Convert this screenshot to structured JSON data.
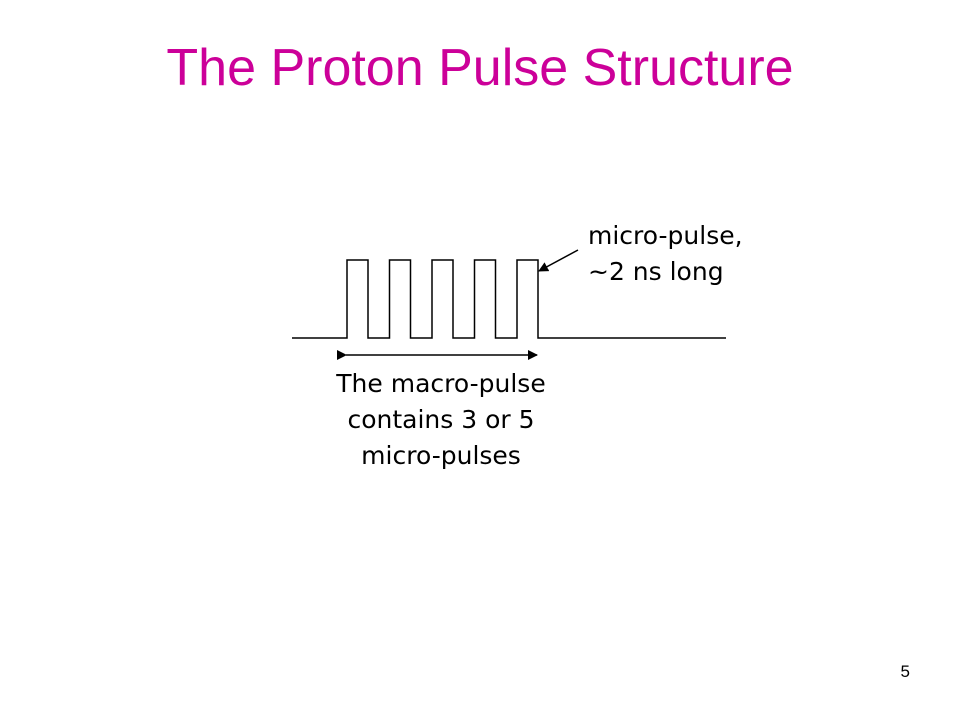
{
  "slide": {
    "title": "The Proton Pulse Structure",
    "page_number": "5"
  },
  "diagram": {
    "micro_pulse_count_drawn": 5,
    "micro_label_lines": [
      "micro-pulse,",
      "~2 ns long"
    ],
    "macro_label_lines": [
      "The macro-pulse",
      "contains 3 or 5",
      "micro-pulses"
    ]
  },
  "colors": {
    "title": "#cc0099",
    "text": "#000000",
    "background": "#ffffff"
  }
}
